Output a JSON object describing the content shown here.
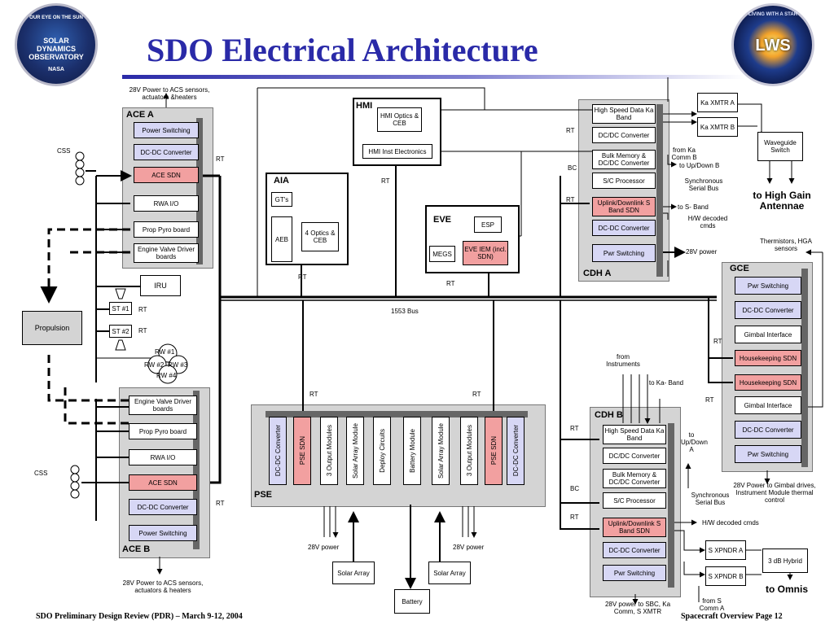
{
  "title": "SDO Electrical Architecture",
  "logos": {
    "sdo": {
      "ring_text": "OUR EYE ON THE SUN",
      "name": "SOLAR DYNAMICS OBSERVATORY",
      "agency": "NASA"
    },
    "lws": {
      "ring_text": "LIVING WITH A STAR",
      "name": "LWS"
    }
  },
  "ace_a": {
    "title": "ACE A",
    "top_note": "28V Power to ACS sensors, actuators &heaters",
    "items": [
      "Power Switching",
      "DC-DC Converter",
      "ACE SDN",
      "RWA I/O",
      "Prop Pyro board",
      "Engine Valve Driver boards"
    ]
  },
  "ace_b": {
    "title": "ACE B",
    "bottom_note": "28V Power to ACS sensors, actuators & heaters",
    "items": [
      "Engine Valve Driver boards",
      "Prop Pyro board",
      "RWA I/O",
      "ACE SDN",
      "DC-DC Converter",
      "Power Switching"
    ]
  },
  "css_a": "CSS",
  "css_b": "CSS",
  "iru": "IRU",
  "propulsion": "Propulsion",
  "star_trackers": [
    "ST #1",
    "ST #2"
  ],
  "reaction_wheels": [
    "RW #1",
    "RW #2",
    "RW #3",
    "RW #4"
  ],
  "rt": "RT",
  "bc": "BC",
  "bus_label": "1553 Bus",
  "hmi": {
    "title": "HMI",
    "optics": "HMI Optics & CEB",
    "electronics": "HMI Inst Electronics"
  },
  "aia": {
    "title": "AIA",
    "gts": "GT's",
    "aeb": "AEB",
    "optics": "4 Optics & CEB"
  },
  "eve": {
    "title": "EVE",
    "esp": "ESP",
    "megs": "MEGS",
    "iem": "EVE IEM (incl. SDN)"
  },
  "pse": {
    "title": "PSE",
    "modules": [
      "DC-DC Converter",
      "PSE SDN",
      "3 Output Modules",
      "Solar Array Module",
      "Deploy Circuits",
      "Battery Module",
      "Solar Array Module",
      "3 Output Modules",
      "PSE SDN",
      "DC-DC Converter"
    ],
    "power_left": "28V power",
    "power_right": "28V power",
    "solar_left": "Solar Array",
    "solar_right": "Solar Array",
    "battery": "Battery"
  },
  "cdh_a": {
    "title": "CDH A",
    "items": [
      "High Speed Data Ka Band",
      "DC/DC Converter",
      "Bulk Memory & DC/DC Converter",
      "S/C Processor",
      "Uplink/Downlink S Band SDN",
      "DC-DC Converter",
      "Pwr Switching"
    ],
    "from_ka": "from Ka Comm B",
    "to_up_down": "to Up/Down B",
    "sync": "Synchronous Serial Bus",
    "to_s_band": "to S- Band",
    "hw_cmds": "H/W decoded cmds",
    "power": "28V power"
  },
  "cdh_b": {
    "title": "CDH B",
    "items": [
      "High Speed Data Ka Band",
      "DC/DC Converter",
      "Bulk Memory & DC/DC Converter",
      "S/C Processor",
      "Uplink/Downlink S Band SDN",
      "DC-DC Converter",
      "Pwr Switching"
    ],
    "from_instruments": "from Instruments",
    "to_ka": "to Ka- Band",
    "to_up_down": "to Up/Down A",
    "sync": "Synchronous Serial Bus",
    "hw_cmds": "H/W decoded cmds",
    "power": "28V power to SBC, Ka Comm, S XMTR",
    "from_s": "from S Comm A"
  },
  "gce": {
    "title": "GCE",
    "items": [
      "Pwr Switching",
      "DC-DC Converter",
      "Gimbal Interface",
      "Housekeeping SDN",
      "Housekeeping SDN",
      "Gimbal Interface",
      "DC-DC Converter",
      "Pwr Switching"
    ],
    "thermistors": "Thermistors, HGA sensors",
    "power": "28V Power to Gimbal drives, Instrument Module thermal control"
  },
  "ka_xmtr_a": "Ka XMTR A",
  "ka_xmtr_b": "Ka XMTR B",
  "waveguide": "Waveguide Switch",
  "to_hga": "to High Gain Antennae",
  "s_xpndr_a": "S XPNDR A",
  "s_xpndr_b": "S XPNDR B",
  "hybrid": "3 dB Hybrid",
  "to_omnis": "to Omnis",
  "footer_left": "SDO Preliminary Design Review (PDR) – March 9-12, 2004",
  "footer_right": "Spacecraft Overview Page 12"
}
